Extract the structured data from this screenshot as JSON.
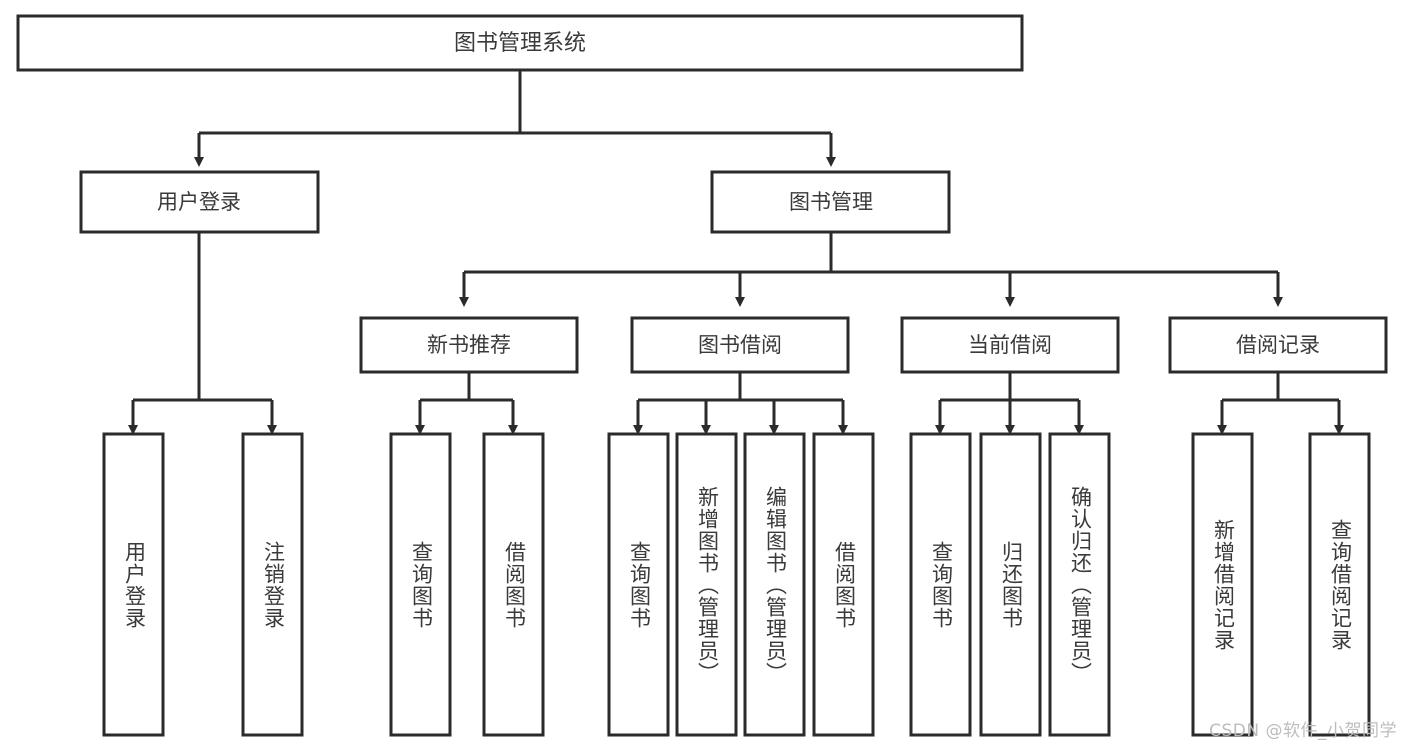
{
  "diagram": {
    "title_text": "图书管理系统",
    "watermark": "CSDN @软件_小贺同学",
    "box_stroke_color": "#2b2b2b",
    "box_fill_color": "#ffffff",
    "label_color": "#3a3a3a",
    "watermark_color": "#bdbdbd",
    "root": {
      "label": "图书管理系统"
    },
    "level2": [
      {
        "label": "用户登录"
      },
      {
        "label": "图书管理"
      }
    ],
    "level3": [
      {
        "label": "新书推荐"
      },
      {
        "label": "图书借阅"
      },
      {
        "label": "当前借阅"
      },
      {
        "label": "借阅记录"
      }
    ],
    "leaves": {
      "user_login": [
        {
          "label": "用户登录"
        },
        {
          "label": "注销登录"
        }
      ],
      "new_book_recommend": [
        {
          "label": "查询图书"
        },
        {
          "label": "借阅图书"
        }
      ],
      "book_borrow": [
        {
          "label": "查询图书"
        },
        {
          "label": "新增图书（管理员）"
        },
        {
          "label": "编辑图书（管理员）"
        },
        {
          "label": "借阅图书"
        }
      ],
      "current_borrow": [
        {
          "label": "查询图书"
        },
        {
          "label": "归还图书"
        },
        {
          "label": "确认归还（管理员）"
        }
      ],
      "borrow_record": [
        {
          "label": "新增借阅记录"
        },
        {
          "label": "查询借阅记录"
        }
      ]
    }
  }
}
